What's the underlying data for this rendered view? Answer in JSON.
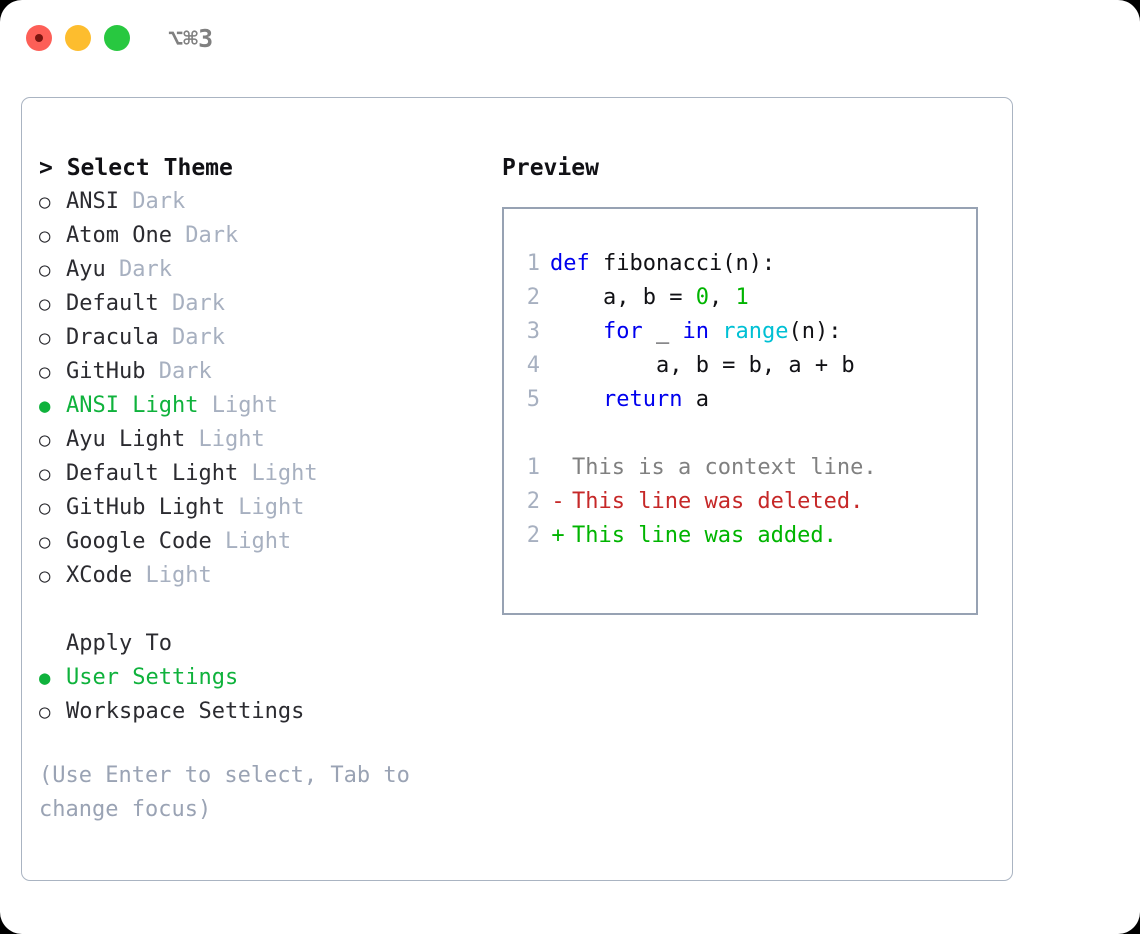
{
  "titlebar": {
    "shortcut": "⌥⌘3",
    "buttons": [
      {
        "name": "close",
        "color": "#fd5f57"
      },
      {
        "name": "minimize",
        "color": "#fdbd2e"
      },
      {
        "name": "maximize",
        "color": "#28c840"
      }
    ]
  },
  "colors": {
    "selected_green": "#0fb23c",
    "muted": "#a7b0c0",
    "text": "#2b2b30",
    "keyword_blue": "#0000ee",
    "number_green": "#00b400",
    "function_cyan": "#00c0d4",
    "diff_deleted_red": "#c62828",
    "diff_added_green": "#00b400",
    "border": "#97a2b3"
  },
  "theme_panel": {
    "title": "> Select Theme",
    "items": [
      {
        "marker": "○",
        "label": "ANSI",
        "suffix": "Dark",
        "selected": false
      },
      {
        "marker": "○",
        "label": "Atom One",
        "suffix": "Dark",
        "selected": false
      },
      {
        "marker": "○",
        "label": "Ayu",
        "suffix": "Dark",
        "selected": false
      },
      {
        "marker": "○",
        "label": "Default",
        "suffix": "Dark",
        "selected": false
      },
      {
        "marker": "○",
        "label": "Dracula",
        "suffix": "Dark",
        "selected": false
      },
      {
        "marker": "○",
        "label": "GitHub",
        "suffix": "Dark",
        "selected": false
      },
      {
        "marker": "●",
        "label": "ANSI Light",
        "suffix": "Light",
        "selected": true
      },
      {
        "marker": "○",
        "label": "Ayu Light",
        "suffix": "Light",
        "selected": false
      },
      {
        "marker": "○",
        "label": "Default Light",
        "suffix": "Light",
        "selected": false
      },
      {
        "marker": "○",
        "label": "GitHub Light",
        "suffix": "Light",
        "selected": false
      },
      {
        "marker": "○",
        "label": "Google Code",
        "suffix": "Light",
        "selected": false
      },
      {
        "marker": "○",
        "label": "XCode",
        "suffix": "Light",
        "selected": false
      }
    ]
  },
  "apply_to": {
    "title": "Apply To",
    "items": [
      {
        "marker": "●",
        "label": "User Settings",
        "suffix": "",
        "selected": true
      },
      {
        "marker": "○",
        "label": "Workspace Settings",
        "suffix": "",
        "selected": false
      }
    ]
  },
  "hint": "(Use Enter to select, Tab to change focus)",
  "preview": {
    "title": "Preview",
    "code_lines": [
      {
        "no": "1",
        "tokens": [
          {
            "t": "def",
            "c": "kw"
          },
          {
            "t": " fibonacci(n):",
            "c": "plain"
          }
        ]
      },
      {
        "no": "2",
        "tokens": [
          {
            "t": "    a, b = ",
            "c": "plain"
          },
          {
            "t": "0",
            "c": "num"
          },
          {
            "t": ", ",
            "c": "plain"
          },
          {
            "t": "1",
            "c": "num"
          }
        ]
      },
      {
        "no": "3",
        "tokens": [
          {
            "t": "    ",
            "c": "plain"
          },
          {
            "t": "for",
            "c": "kw"
          },
          {
            "t": " _ ",
            "c": "plain"
          },
          {
            "t": "in",
            "c": "kw"
          },
          {
            "t": " ",
            "c": "plain"
          },
          {
            "t": "range",
            "c": "fn"
          },
          {
            "t": "(n):",
            "c": "plain"
          }
        ]
      },
      {
        "no": "4",
        "tokens": [
          {
            "t": "        a, b = b, a + b",
            "c": "plain"
          }
        ]
      },
      {
        "no": "5",
        "tokens": [
          {
            "t": "    ",
            "c": "plain"
          },
          {
            "t": "return",
            "c": "kw"
          },
          {
            "t": " a",
            "c": "plain"
          }
        ]
      }
    ],
    "diff_lines": [
      {
        "no": "1",
        "sign": " ",
        "text": "This is a context line.",
        "kind": "ctx"
      },
      {
        "no": "2",
        "sign": "-",
        "text": "This line was deleted.",
        "kind": "del"
      },
      {
        "no": "2",
        "sign": "+",
        "text": "This line was added.",
        "kind": "add"
      }
    ]
  }
}
